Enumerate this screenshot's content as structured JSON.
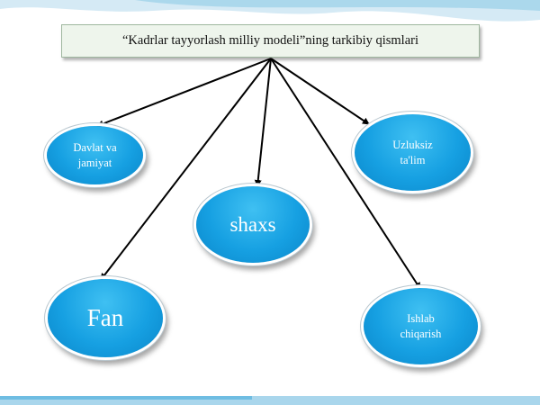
{
  "title": "“Kadrlar tayyorlash milliy modeli”ning tarkibiy qismlari",
  "nodes": [
    {
      "id": "davlat",
      "label": "Davlat va\njamiyat"
    },
    {
      "id": "uzluksiz",
      "label": "Uzluksiz\nta'lim"
    },
    {
      "id": "shaxs",
      "label": "shaxs"
    },
    {
      "id": "fan",
      "label": "Fan"
    },
    {
      "id": "ishlab",
      "label": "Ishlab\nchiqarish"
    }
  ],
  "edges": [
    {
      "from": "title",
      "to": "davlat"
    },
    {
      "from": "title",
      "to": "uzluksiz"
    },
    {
      "from": "title",
      "to": "shaxs"
    },
    {
      "from": "title",
      "to": "fan"
    },
    {
      "from": "title",
      "to": "ishlab"
    }
  ],
  "colors": {
    "node_fill": "#16a0e2",
    "title_fill": "#eef5ec",
    "arrow": "#000000",
    "wave": "#c7e3f1"
  }
}
